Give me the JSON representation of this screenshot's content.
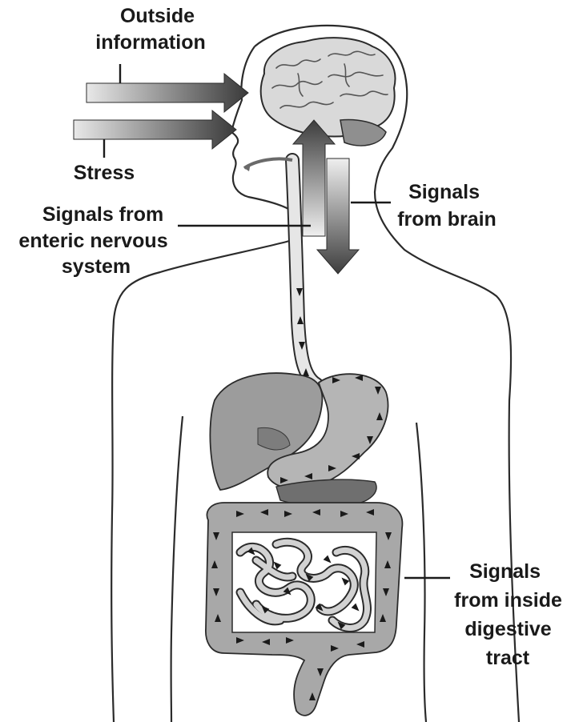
{
  "labels": {
    "outside_information": [
      "Outside",
      "information"
    ],
    "stress": [
      "Stress"
    ],
    "signals_enteric": [
      "Signals from",
      "enteric nervous",
      "system"
    ],
    "signals_brain": [
      "Signals",
      "from brain"
    ],
    "signals_digestive": [
      "Signals",
      "from inside",
      "digestive",
      "tract"
    ]
  },
  "colors": {
    "outline": "#2b2b2b",
    "organ_fill": "#9c9c9c",
    "organ_dark": "#7d7d7d",
    "brain_fill": "#d6d6d6",
    "arrow_dark": "#3a3a3a",
    "label": "#1a1a1a"
  }
}
